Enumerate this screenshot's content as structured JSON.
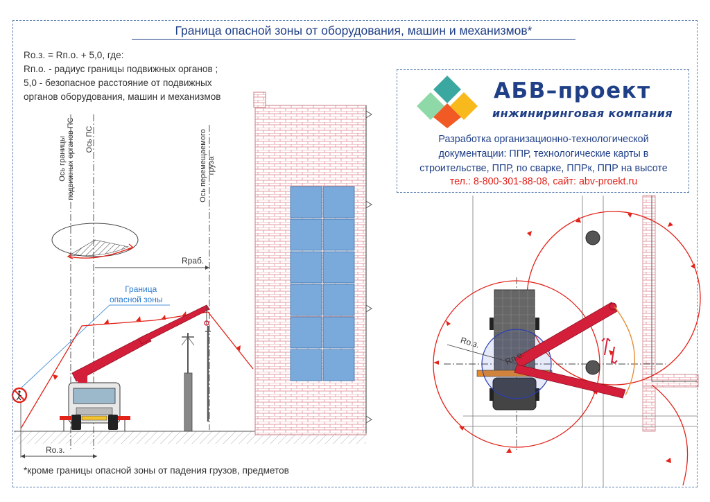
{
  "title": "Граница опасной зоны от оборудования, машин и механизмов*",
  "formula": {
    "line1": "Ro.з. = Rп.о. + 5,0, где:",
    "line2": "Rп.о. - радиус границы подвижных органов ;",
    "line3": "5,0 - безопасное расстояние от подвижных",
    "line4": "органов оборудования, машин и механизмов"
  },
  "footnote": "*кроме границы опасной зоны от падения грузов, предметов",
  "company": {
    "name": "АБВ–проект",
    "subtitle": "инжиниринговая компания",
    "desc1": "Разработка организационно-технологической",
    "desc2": "документации: ППР, технологические карты в",
    "desc3": "строительстве, ППР, по сварке, ППРк, ППР на высоте",
    "contact": "тел.: 8-800-301-88-08, сайт: abv-proekt.ru",
    "logo_colors": [
      "#3aa8a0",
      "#8fd8a8",
      "#f15a24",
      "#f8b91c"
    ]
  },
  "labels": {
    "axis_moving_parts_1": "Ось границы",
    "axis_moving_parts_2": "подвижных органов ПС",
    "axis_crane": "Ось ПС",
    "axis_load_1": "Ось перемещаемого",
    "axis_load_2": "груза",
    "r_work": "Rраб.",
    "danger_zone_1": "Граница",
    "danger_zone_2": "опасной зоны",
    "r_oz_side": "Ro.з.",
    "r_oz_plan": "Ro.з.",
    "r_po_plan": "Rп.о."
  },
  "colors": {
    "brand_blue": "#1f3f86",
    "danger_red": "#e2231a",
    "brick": "#e9a0a6",
    "window": "#7aa9dc",
    "boom": "#d41f3a"
  }
}
